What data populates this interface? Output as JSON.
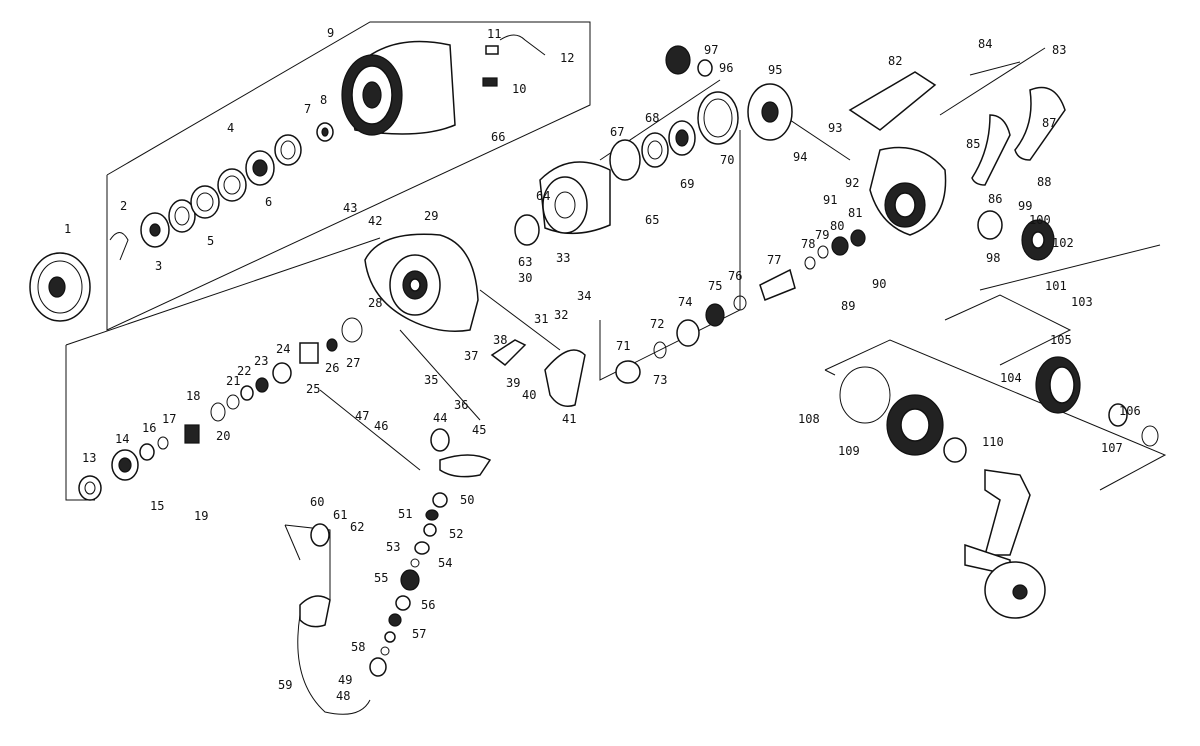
{
  "diagram": {
    "labels": [
      "1",
      "2",
      "3",
      "4",
      "5",
      "6",
      "7",
      "8",
      "9",
      "10",
      "11",
      "12",
      "13",
      "14",
      "15",
      "16",
      "17",
      "18",
      "19",
      "20",
      "21",
      "22",
      "23",
      "24",
      "25",
      "26",
      "27",
      "28",
      "29",
      "30",
      "31",
      "32",
      "33",
      "34",
      "35",
      "36",
      "37",
      "38",
      "39",
      "40",
      "41",
      "42",
      "43",
      "44",
      "45",
      "46",
      "47",
      "48",
      "49",
      "50",
      "51",
      "52",
      "53",
      "54",
      "55",
      "56",
      "57",
      "58",
      "59",
      "60",
      "61",
      "62",
      "63",
      "64",
      "65",
      "66",
      "67",
      "68",
      "69",
      "70",
      "71",
      "72",
      "73",
      "74",
      "75",
      "76",
      "77",
      "78",
      "79",
      "80",
      "81",
      "82",
      "83",
      "84",
      "85",
      "86",
      "87",
      "88",
      "89",
      "90",
      "91",
      "92",
      "93",
      "94",
      "95",
      "96",
      "97",
      "98",
      "99",
      "100",
      "101",
      "102",
      "103",
      "104",
      "105",
      "106",
      "107",
      "108",
      "109",
      "110"
    ]
  }
}
